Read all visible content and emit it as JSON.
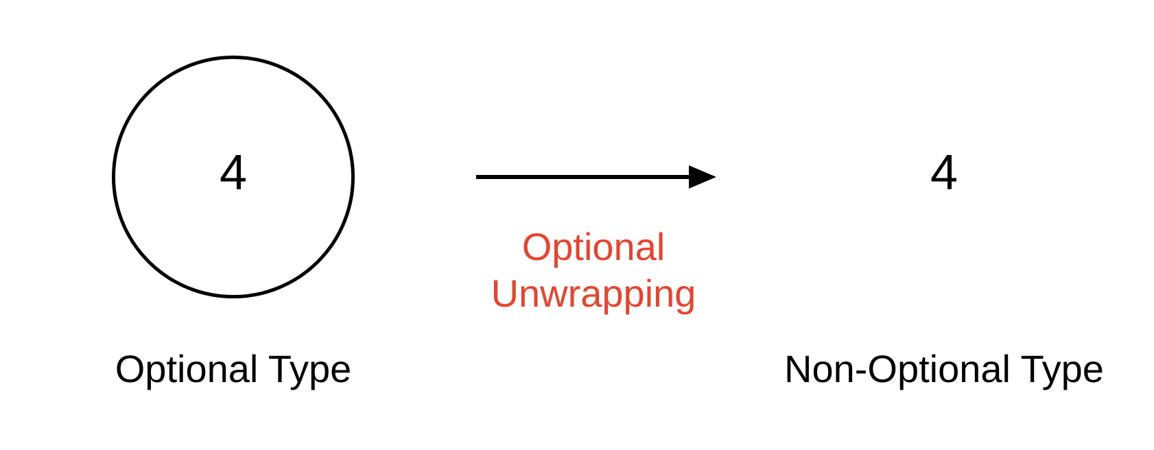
{
  "left": {
    "value": "4",
    "label": "Optional Type"
  },
  "operation": {
    "line1": "Optional",
    "line2": "Unwrapping",
    "color": "#e8432e"
  },
  "right": {
    "value": "4",
    "label": "Non-Optional Type"
  }
}
